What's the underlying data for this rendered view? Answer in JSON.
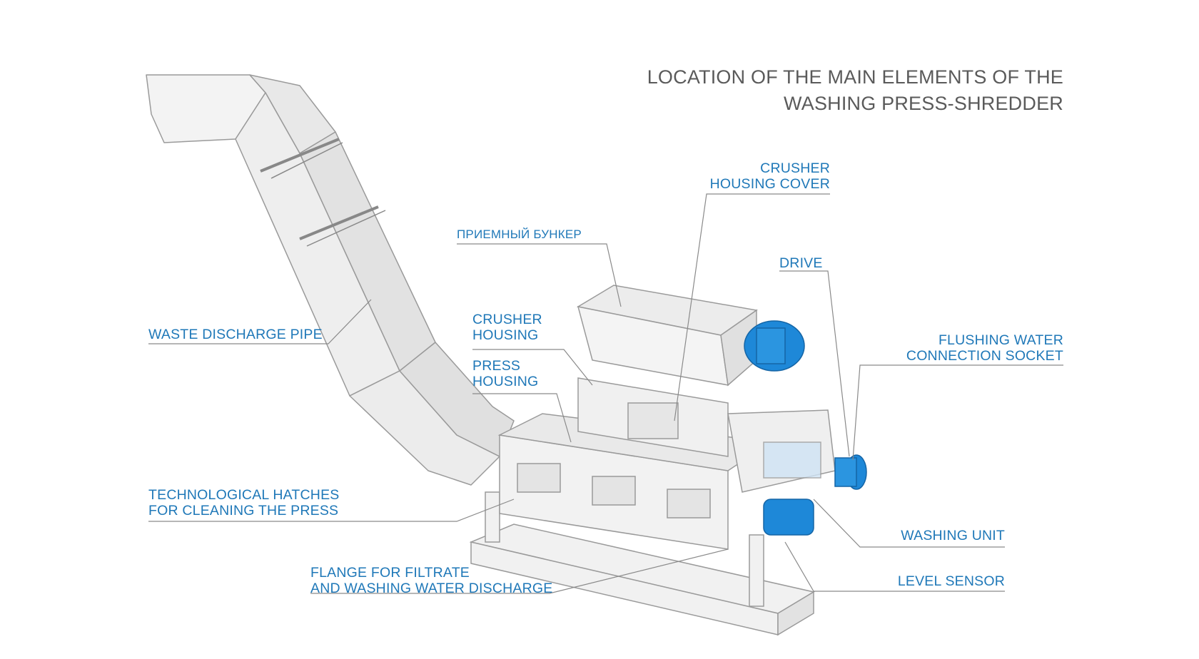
{
  "title": {
    "line1": "LOCATION OF THE MAIN ELEMENTS OF THE",
    "line2": "WASHING PRESS-SHREDDER"
  },
  "labels": {
    "crusher_housing_cover": [
      "CRUSHER",
      "HOUSING COVER"
    ],
    "receiving_hopper": "ПРИЕМНЫЙ БУНКЕР",
    "drive": "DRIVE",
    "waste_discharge_pipe": "WASTE DISCHARGE PIPE",
    "crusher_housing": [
      "CRUSHER",
      "HOUSING"
    ],
    "press_housing": [
      "PRESS",
      "HOUSING"
    ],
    "flushing_water_socket": [
      "FLUSHING WATER",
      "CONNECTION SOCKET"
    ],
    "technological_hatches": [
      "TECHNOLOGICAL HATCHES",
      "FOR CLEANING THE PRESS"
    ],
    "washing_unit": "WASHING UNIT",
    "flange_filtrate": [
      "FLANGE FOR FILTRATE",
      "AND WASHING WATER DISCHARGE"
    ],
    "level_sensor": "LEVEL SENSOR"
  },
  "colors": {
    "label_blue": "#1f78b8",
    "title_gray": "#5a5a5a",
    "machine_blue": "#1e88d8",
    "line_gray": "#8a8a8a"
  }
}
